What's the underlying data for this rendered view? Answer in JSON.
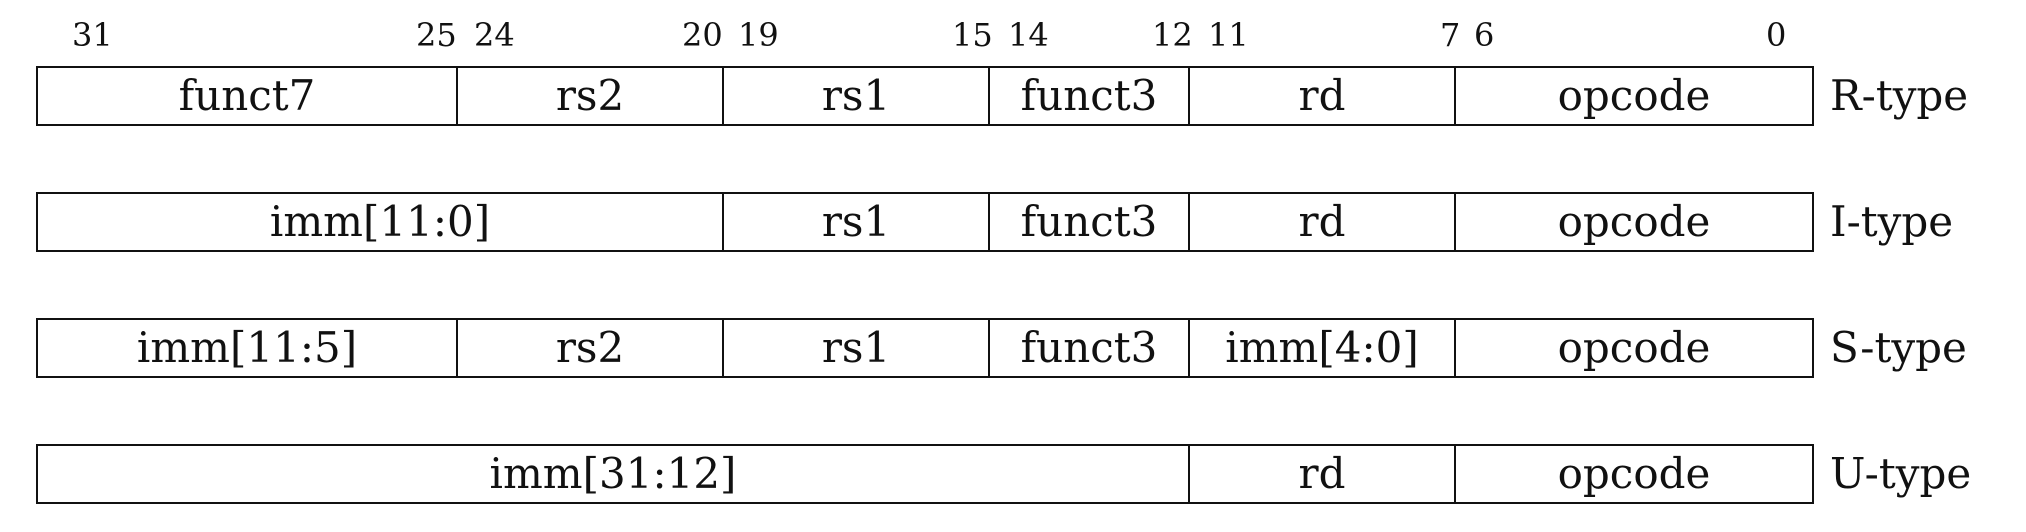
{
  "bit_labels": [
    "31",
    "25",
    "24",
    "20",
    "19",
    "15",
    "14",
    "12",
    "11",
    "7",
    "6",
    "0"
  ],
  "formats": [
    {
      "name": "R-type",
      "fields": [
        "funct7",
        "rs2",
        "rs1",
        "funct3",
        "rd",
        "opcode"
      ]
    },
    {
      "name": "I-type",
      "fields": [
        "imm[11:0]",
        "rs1",
        "funct3",
        "rd",
        "opcode"
      ]
    },
    {
      "name": "S-type",
      "fields": [
        "imm[11:5]",
        "rs2",
        "rs1",
        "funct3",
        "imm[4:0]",
        "opcode"
      ]
    },
    {
      "name": "U-type",
      "fields": [
        "imm[31:12]",
        "rd",
        "opcode"
      ]
    }
  ]
}
